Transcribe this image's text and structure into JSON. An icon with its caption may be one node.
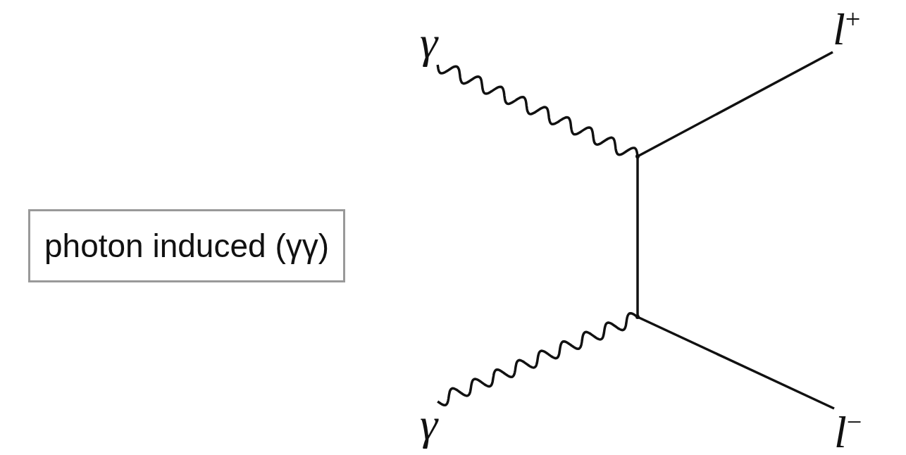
{
  "diagram": {
    "nodes": [
      {
        "text": [
          "γ"
        ]
      },
      {
        "text": [],
        "shape": "vertex"
      },
      {
        "text": [
          "*l*$^{+}$"
        ]
      },
      {
        "text": [
          "photon induced (γγ)"
        ]
      },
      {
        "text": [],
        "shape": "vertex"
      },
      {
        "text": [
          "γ"
        ]
      },
      {
        "text": [
          "*l*$^{−}$"
        ]
      }
    ],
    "edges": [
      {
        "from": 0,
        "to": 1,
        "arrow": "none"
      },
      {
        "from": 1,
        "to": 2,
        "arrow": "none"
      },
      {
        "from": 1,
        "to": 4,
        "arrow": "none"
      },
      {
        "from": 5,
        "to": 4,
        "arrow": "none"
      },
      {
        "from": 4,
        "to": 6,
        "arrow": "none"
      }
    ]
  }
}
